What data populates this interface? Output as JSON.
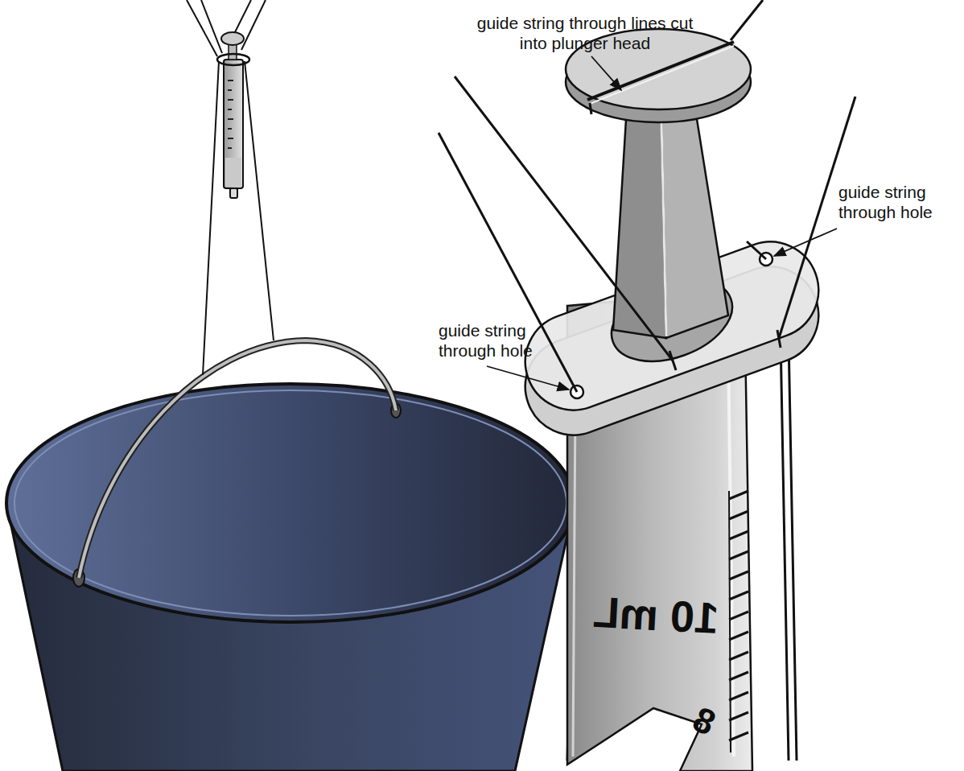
{
  "diagram": {
    "labels": [
      "guide string through lines cut into plunger head",
      "guide string through hole",
      "guide string through hole",
      "10 mL",
      "8"
    ]
  }
}
